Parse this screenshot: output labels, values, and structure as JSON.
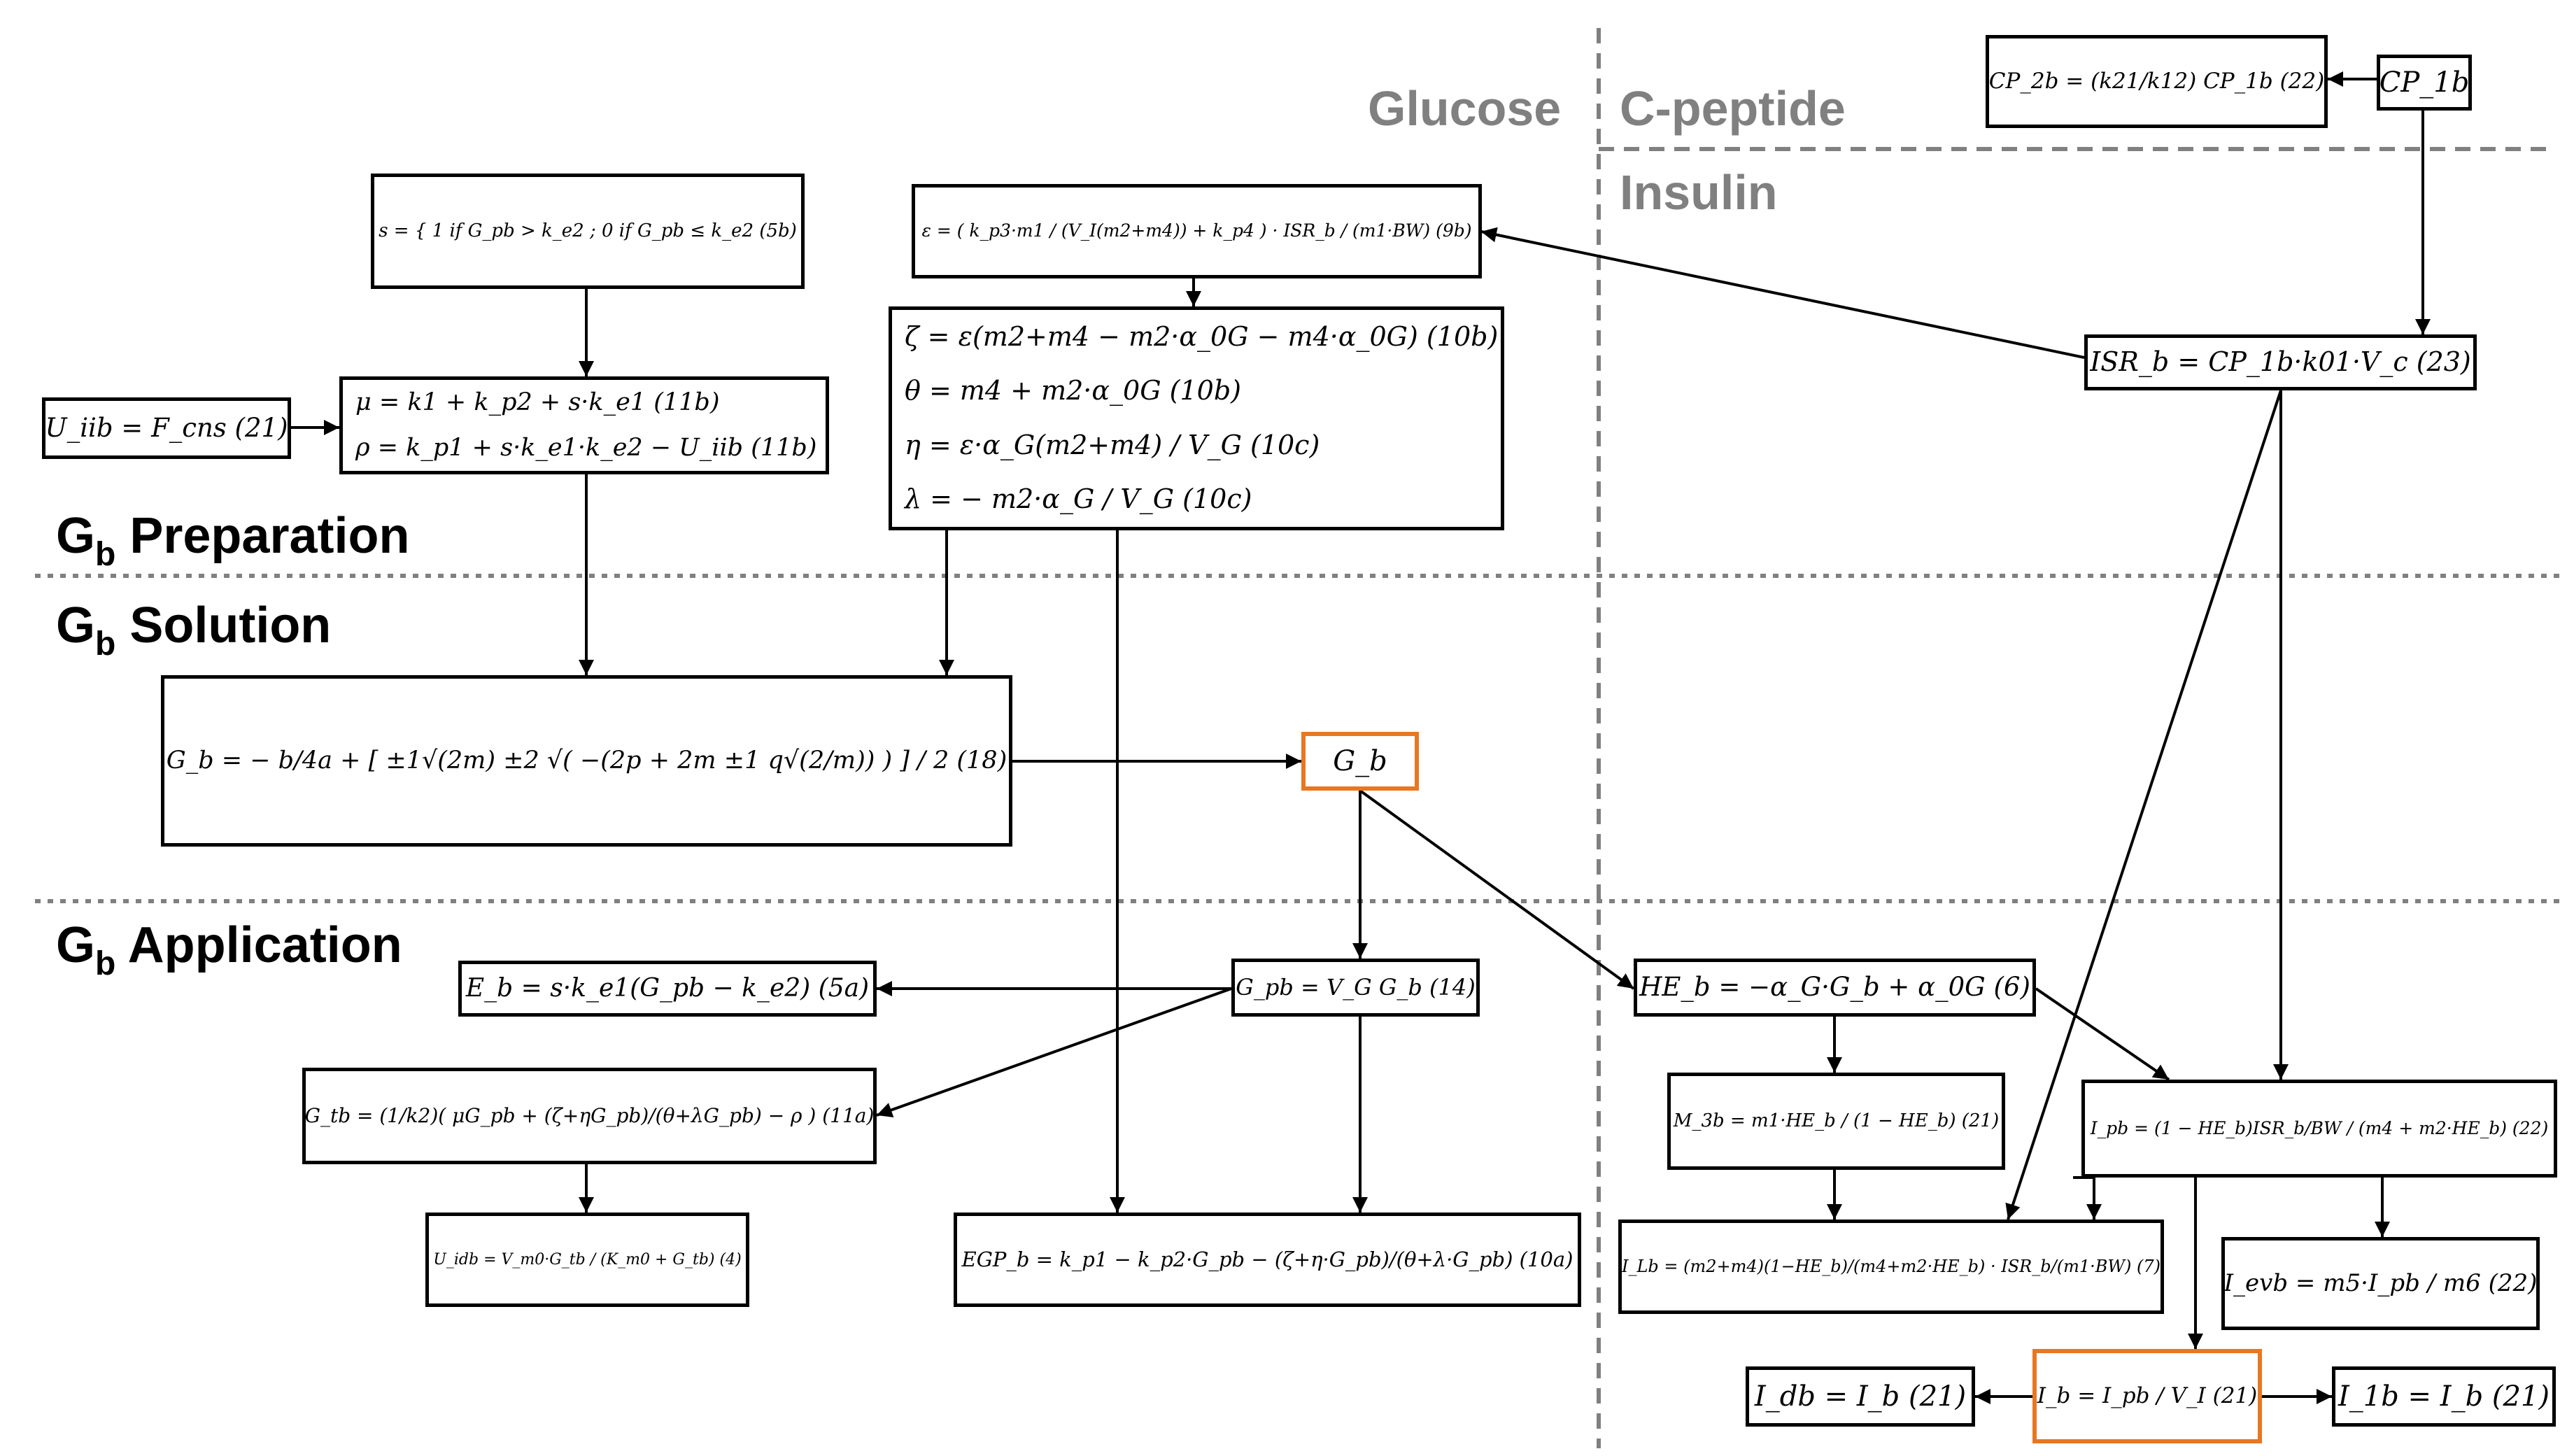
{
  "regions": {
    "glucose": "Glucose",
    "c_peptide": "C-peptide",
    "insulin": "Insulin"
  },
  "sections": {
    "preparation": {
      "main": "G",
      "sub": "b",
      "rest": " Preparation"
    },
    "solution": {
      "main": "G",
      "sub": "b",
      "rest": " Solution"
    },
    "application": {
      "main": "G",
      "sub": "b",
      "rest": " Application"
    }
  },
  "equations": {
    "s_switch": "s = { 1  if G_pb > k_e2 ;  0  if G_pb ≤ k_e2   (5b)",
    "epsilon": "ε = ( k_p3·m1 / (V_I(m2+m4)) + k_p4 ) · ISR_b / (m1·BW)   (9b)",
    "zeta": "ζ = ε(m2+m4 − m2·α_0G − m4·α_0G)   (10b)",
    "theta": "θ = m4 + m2·α_0G   (10b)",
    "eta": "η = ε·α_G(m2+m4) / V_G   (10c)",
    "lambda": "λ = − m2·α_G / V_G   (10c)",
    "mu": "μ = k1 + k_p2 + s·k_e1   (11b)",
    "rho": "ρ = k_p1 + s·k_e1·k_e2 − U_iib   (11b)",
    "uiib": "U_iib = F_cns (21)",
    "gb_solution": "G_b = − b/4a + [ ±1√(2m) ±2 √( −(2p + 2m ±1 q√(2/m)) ) ] / 2   (18)",
    "gb": "G_b",
    "gpb": "G_pb = V_G G_b (14)",
    "eb": "E_b = s·k_e1(G_pb − k_e2) (5a)",
    "gtb": "G_tb = (1/k2)( μG_pb + (ζ+ηG_pb)/(θ+λG_pb) − ρ )   (11a)",
    "uidb": "U_idb = V_m0·G_tb / (K_m0 + G_tb)   (4)",
    "egpb": "EGP_b = k_p1 − k_p2·G_pb − (ζ+η·G_pb)/(θ+λ·G_pb)   (10a)",
    "cp2b": "CP_2b = (k21/k12) CP_1b (22)",
    "cp1b": "CP_1b",
    "isrb": "ISR_b = CP_1b·k01·V_c (23)",
    "heb": "HE_b = −α_G·G_b + α_0G (6)",
    "m3b": "M_3b = m1·HE_b / (1 − HE_b)   (21)",
    "ipb": "I_pb = (1 − HE_b)ISR_b/BW / (m4 + m2·HE_b)   (22)",
    "ilb": "I_Lb = (m2+m4)(1−HE_b)/(m4+m2·HE_b) · ISR_b/(m1·BW)   (7)",
    "ievb": "I_evb = m5·I_pb / m6   (22)",
    "idb": "I_db = I_b (21)",
    "ib": "I_b = I_pb / V_I   (21)",
    "i1b": "I_1b = I_b (21)"
  },
  "colors": {
    "line": "#000000",
    "divider": "#808080",
    "highlight": "#e87722"
  }
}
